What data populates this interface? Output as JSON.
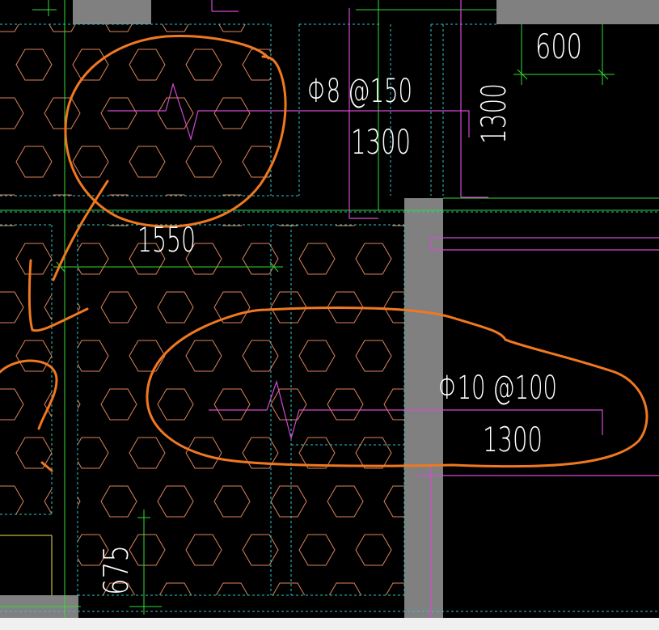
{
  "colors": {
    "background": "#000000",
    "wall_fill": "#808080",
    "hatch": "#e0845a",
    "slab_outline": "#2cc9c9",
    "dimension_line": "#33dd33",
    "rebar_line": "#d24ad2",
    "markup": "#f07820",
    "text": "#ffffff"
  },
  "dimensions": {
    "top_right_width": "600",
    "top_right_height": "1300",
    "middle_span": "1550",
    "bottom_left": "675"
  },
  "rebar_labels": {
    "upper": {
      "spec": "Φ8 @150",
      "length": "1300"
    },
    "lower": {
      "spec": "Φ10 @100",
      "length": "1300"
    }
  },
  "hatch_pattern": "hexagon"
}
